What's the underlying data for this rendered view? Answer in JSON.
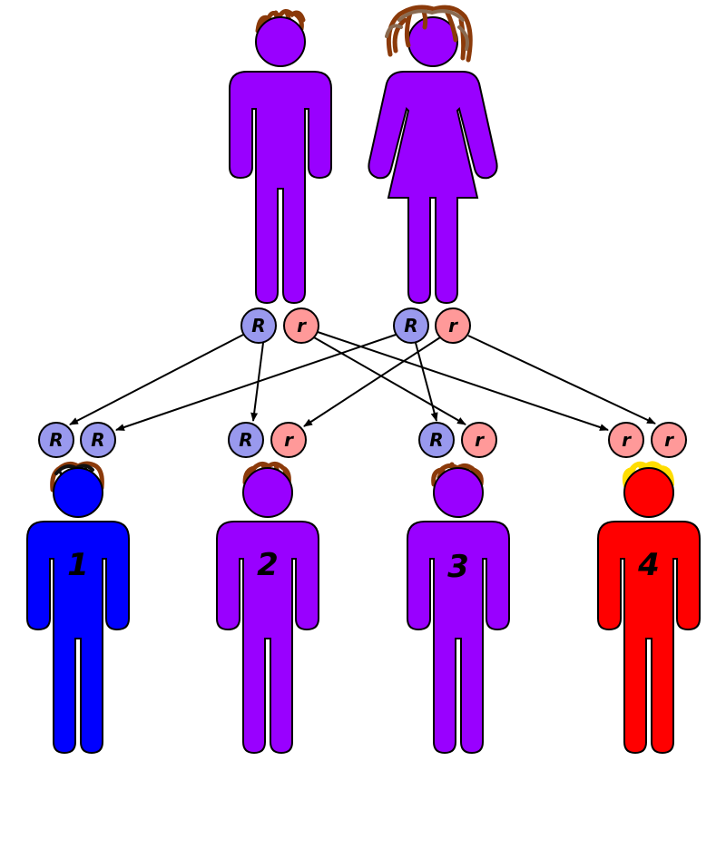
{
  "colors": {
    "purple": "#9900ff",
    "blue": "#0000ff",
    "red": "#ff0000",
    "allele_dominant": "#9999ee",
    "allele_recessive": "#ff9999",
    "hair_brown": "#8b3a0a",
    "hair_black": "#111111",
    "hair_gold": "#ffdd00",
    "outline": "#000000"
  },
  "parents": [
    {
      "sex": "male",
      "color": "purple",
      "hair": "brown",
      "alleles": [
        "R",
        "r"
      ]
    },
    {
      "sex": "female",
      "color": "purple",
      "hair": "brown-long",
      "alleles": [
        "R",
        "r"
      ]
    }
  ],
  "children": [
    {
      "number": "1",
      "color": "blue",
      "hair": "black-brown",
      "alleles": [
        "R",
        "R"
      ]
    },
    {
      "number": "2",
      "color": "purple",
      "hair": "brown",
      "alleles": [
        "R",
        "r"
      ]
    },
    {
      "number": "3",
      "color": "purple",
      "hair": "brown",
      "alleles": [
        "R",
        "r"
      ]
    },
    {
      "number": "4",
      "color": "red",
      "hair": "gold",
      "alleles": [
        "r",
        "r"
      ]
    }
  ]
}
